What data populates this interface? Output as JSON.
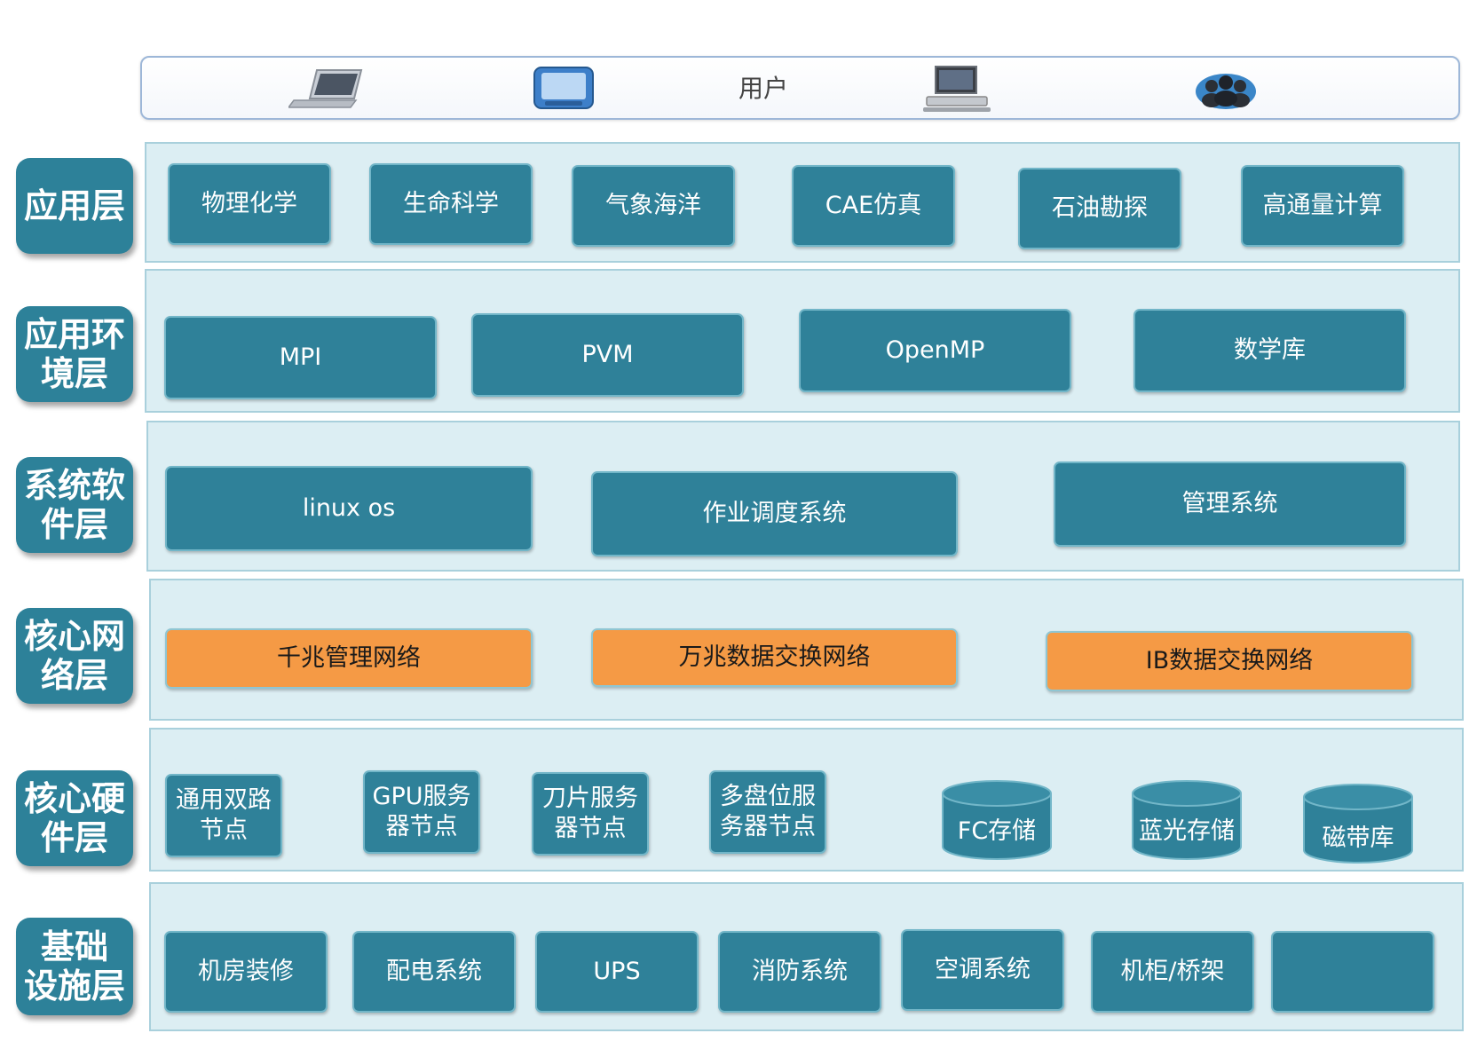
{
  "user": {
    "label": "用户"
  },
  "layers": {
    "application": {
      "label": "应用层",
      "items": [
        "物理化学",
        "生命科学",
        "气象海洋",
        "CAE仿真",
        "石油勘探",
        "高通量计算"
      ]
    },
    "app_env": {
      "label": "应用环\n境层",
      "items": [
        "MPI",
        "PVM",
        "OpenMP",
        "数学库"
      ]
    },
    "system_software": {
      "label": "系统软\n件层",
      "items": [
        "linux os",
        "作业调度系统",
        "管理系统"
      ]
    },
    "core_network": {
      "label": "核心网\n络层",
      "items": [
        "千兆管理网络",
        "万兆数据交换网络",
        "IB数据交换网络"
      ]
    },
    "core_hardware": {
      "label": "核心硬\n件层",
      "nodes": [
        "通用双路\n节点",
        "GPU服务\n器节点",
        "刀片服务\n器节点",
        "多盘位服\n务器节点"
      ],
      "storage": [
        "FC存储",
        "蓝光存储",
        "磁带库"
      ]
    },
    "infrastructure": {
      "label": "基础\n设施层",
      "items": [
        "机房装修",
        "配电系统",
        "UPS",
        "消防系统",
        "空调系统",
        "机柜/桥架",
        ""
      ]
    }
  },
  "colors": {
    "box": "#2f8199",
    "panel": "#dceef3",
    "network": "#f59a45",
    "label": "#2d8199"
  }
}
